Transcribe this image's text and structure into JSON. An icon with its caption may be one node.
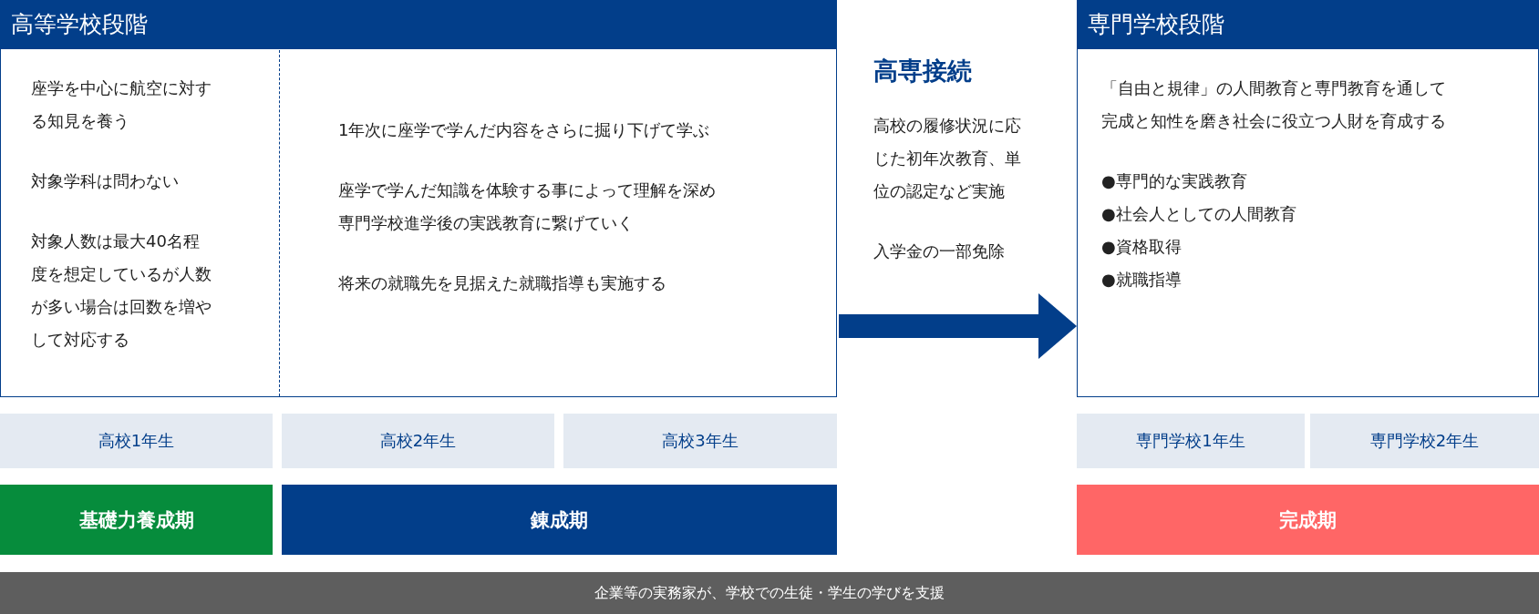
{
  "diagram": {
    "nodes": [
      {
        "text": [
          "高等学校段階"
        ]
      },
      {
        "text": [
          "座学を中心に航空に対する知見を養う",
          "対象学科は問わない",
          "対象人数は最大40名程度を想定しているが人数が多い場合は回数を増やして対応する"
        ],
        "in": 0
      },
      {
        "text": [
          "1年次に座学で学んだ内容をさらに掘り下げて学ぶ",
          "座学で学んだ知識を体験する事によって理解を深め専門学校進学後の実践教育に繋げていく",
          "将来の就職先を見据えた就職指導も実施する"
        ],
        "in": 0
      },
      {
        "text": [
          "専門学校段階",
          "「自由と規律」の人間教育と専門教育を通して完成と知性を磨き社会に役立つ人財を育成する",
          "●専門的な実践教育",
          "●社会人としての人間教育",
          "●資格取得",
          "●就職指導"
        ]
      },
      {
        "text": [
          "高校1年生"
        ]
      },
      {
        "text": [
          "高校2年生"
        ]
      },
      {
        "text": [
          "高校3年生"
        ]
      },
      {
        "text": [
          "専門学校1年生"
        ]
      },
      {
        "text": [
          "専門学校2年生"
        ]
      },
      {
        "text": [
          "基礎力養成期"
        ]
      },
      {
        "text": [
          "錬成期"
        ]
      },
      {
        "text": [
          "完成期"
        ]
      },
      {
        "text": [
          "企業等の実務家が、学校での生徒・学生の学びを支援"
        ]
      }
    ],
    "edges": [
      {
        "from": 0,
        "to": 3,
        "arrow": "to"
      }
    ],
    "labels": [
      "高専接続",
      "高校の履修状況に応じた初年次教育、単位の認定など実施",
      "入学金の一部免除"
    ]
  }
}
